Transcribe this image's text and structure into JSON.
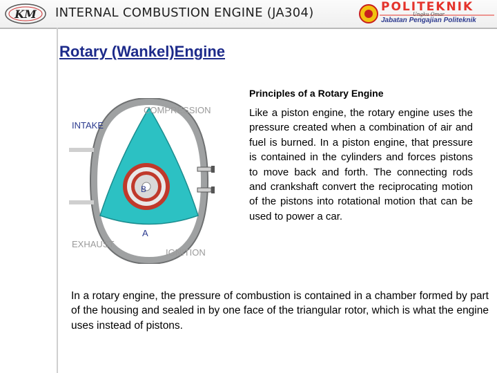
{
  "header": {
    "logo_text": "KM",
    "title": "INTERNAL COMBUSTION ENGINE (JA304)",
    "brand": {
      "name": "POLITEKNIK",
      "tagline": "Ungku Omar",
      "department": "Jabatan Pengajian Politeknik"
    }
  },
  "slide": {
    "title": "Rotary (Wankel)Engine",
    "diagram": {
      "labels": {
        "compression": "COMPRESSION",
        "intake": "INTAKE",
        "exhaust": "EXHAUST",
        "ignition": "IGNITION",
        "rotor_face_a": "A",
        "rotor_face_b": "B"
      }
    },
    "subheading": "Principles of a Rotary Engine",
    "paragraph_1": "Like a piston engine, the rotary engine uses the pressure created when a combination of air and fuel is burned. In a piston engine, that pressure is contained in the cylinders and forces pistons to move back and forth. The connecting rods and crankshaft convert the reciprocating motion of the pistons into rotational motion that can be used to power a car.",
    "paragraph_2": "In a rotary engine, the pressure of combustion is contained in a chamber formed by part of the housing and sealed in by one face of the triangular rotor, which is what the engine uses instead of pistons."
  },
  "colors": {
    "title": "#1c2a8a",
    "brand_red": "#e4332b",
    "brand_blue": "#2e3b8f",
    "rotor_teal": "#2cc1c3",
    "housing": "#9fa1a2"
  }
}
